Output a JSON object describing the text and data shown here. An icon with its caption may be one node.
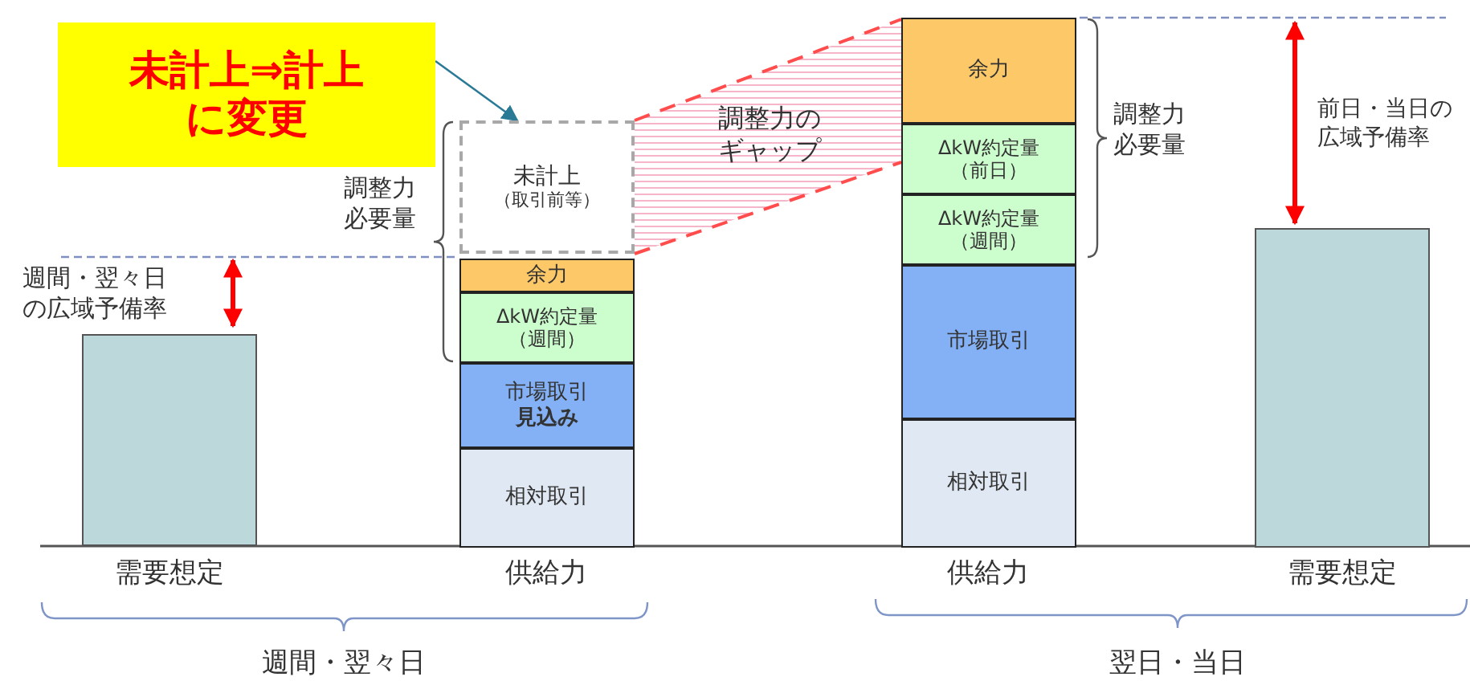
{
  "diagram": {
    "nodes": [
      {
        "text": [
          "未計上⇒計上に変更"
        ]
      },
      {
        "text": [],
        "shape": "bar",
        "beside": [
          "需要想定"
        ]
      },
      {
        "text": [
          "未計上",
          "（取引前等）"
        ]
      },
      {
        "text": [
          "余力"
        ]
      },
      {
        "text": [
          "ΔkW約定量（週間）"
        ]
      },
      {
        "text": [
          "市場取引",
          "見込み"
        ]
      },
      {
        "text": [
          "相対取引"
        ]
      },
      {
        "text": [
          "余力"
        ]
      },
      {
        "text": [
          "ΔkW約定量（前日）"
        ]
      },
      {
        "text": [
          "ΔkW約定量（週間）"
        ]
      },
      {
        "text": [
          "市場取引"
        ]
      },
      {
        "text": [
          "相対取引"
        ]
      },
      {
        "text": [],
        "shape": "bar",
        "beside": [
          "需要想定"
        ]
      }
    ],
    "edges": [
      {
        "from": 0,
        "to": 2,
        "arrow": "to"
      }
    ],
    "labels": [
      "調整力必要量",
      "週間・翌々日の広域予備率",
      "調整力のギャップ",
      "調整力必要量",
      "前日・当日の広域予備率",
      "供給力",
      "供給力",
      "週間・翌々日",
      "翌日・当日"
    ]
  }
}
